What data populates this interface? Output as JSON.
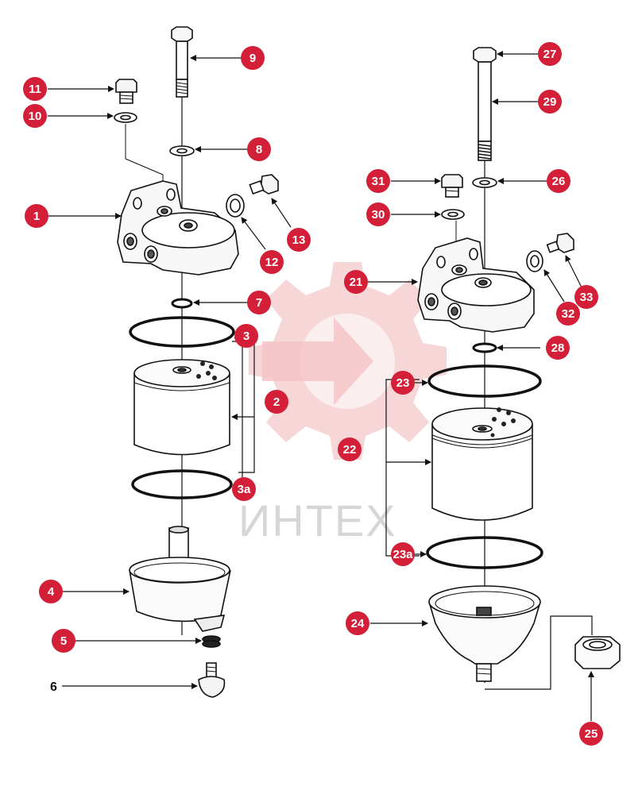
{
  "watermark": {
    "text": "ИНТЕХ",
    "color": "#f3c9cb",
    "text_color": "#d6d6d6"
  },
  "colors": {
    "callout": "#d41f38",
    "line": "#111111",
    "part_fill": "#f2f2f2"
  },
  "labels": {
    "l1": "1",
    "l2": "2",
    "l3": "3",
    "l3a": "3a",
    "l4": "4",
    "l5": "5",
    "l6": "6",
    "l7": "7",
    "l8": "8",
    "l9": "9",
    "l10": "10",
    "l11": "11",
    "l12": "12",
    "l13": "13",
    "l21": "21",
    "l22": "22",
    "l23": "23",
    "l23a": "23a",
    "l24": "24",
    "l25": "25",
    "l26": "26",
    "l27": "27",
    "l28": "28",
    "l29": "29",
    "l30": "30",
    "l31": "31",
    "l32": "32",
    "l33": "33"
  }
}
